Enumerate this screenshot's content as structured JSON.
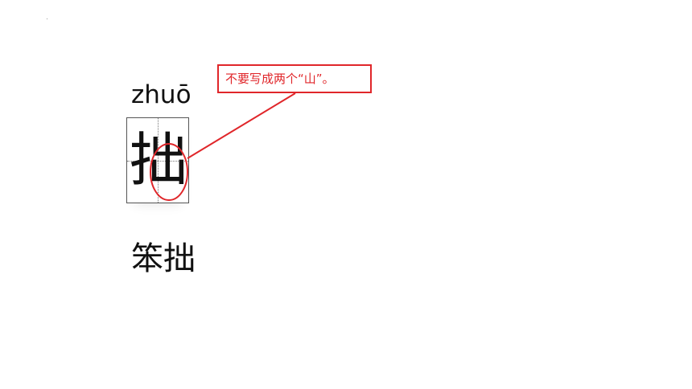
{
  "lesson": {
    "pinyin": "zhuō",
    "character": "拙",
    "word": "笨拙",
    "note": "不要写成两个“山”。"
  },
  "colors": {
    "annotation": "#e0262a",
    "text": "#111111",
    "grid": "#777777"
  }
}
